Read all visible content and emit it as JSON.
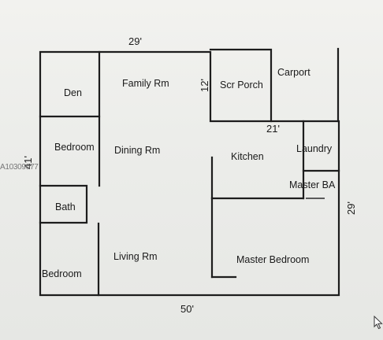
{
  "rooms": {
    "den": "Den",
    "family_rm": "Family Rm",
    "scr_porch": "Scr Porch",
    "carport": "Carport",
    "bedroom_upper": "Bedroom",
    "dining_rm": "Dining Rm",
    "kitchen": "Kitchen",
    "laundry": "Laundry",
    "master_ba": "Master BA",
    "bath": "Bath",
    "living_rm": "Living Rm",
    "master_bedroom": "Master Bedroom",
    "bedroom_lower": "Bedroom"
  },
  "dimensions": {
    "top": "29'",
    "porch_height": "12'",
    "porch_width": "21'",
    "right": "29'",
    "left": "41'",
    "bottom": "50'"
  },
  "watermark": "A10309077"
}
